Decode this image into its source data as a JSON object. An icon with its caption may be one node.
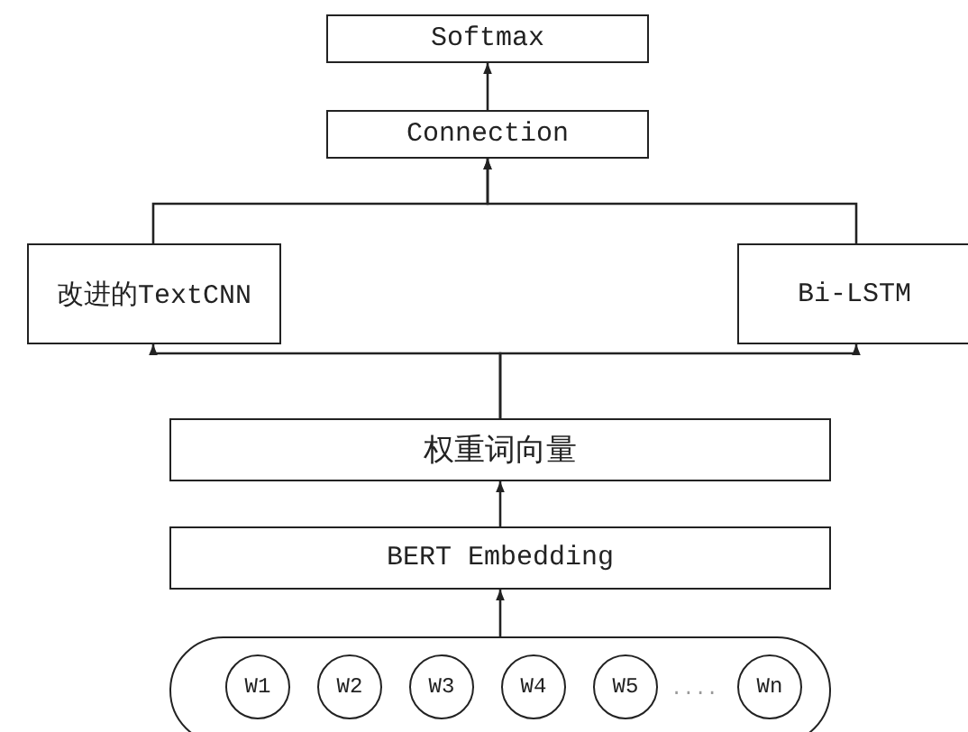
{
  "diagram": {
    "nodes": [
      {
        "text": [
          "Softmax"
        ]
      },
      {
        "text": [
          "Connection"
        ]
      },
      {
        "text": [
          "改进的TextCNN"
        ]
      },
      {
        "text": [
          "Bi-LSTM"
        ]
      },
      {
        "text": [
          "权重词向量"
        ]
      },
      {
        "text": [
          "BERT Embedding"
        ]
      },
      {
        "text": [],
        "shape": "box"
      },
      {
        "text": [
          "W1"
        ],
        "in": 6
      },
      {
        "text": [
          "W2"
        ],
        "in": 6
      },
      {
        "text": [
          "W3"
        ],
        "in": 6
      },
      {
        "text": [
          "W4"
        ],
        "in": 6
      },
      {
        "text": [
          "W5"
        ],
        "in": 6
      },
      {
        "text": [
          "Wn"
        ],
        "in": 6
      }
    ],
    "edges": [
      {
        "from": 1,
        "to": 0,
        "arrow": "to"
      },
      {
        "from": 2,
        "to": 1,
        "arrow": "to"
      },
      {
        "from": 3,
        "to": 1,
        "arrow": "to"
      },
      {
        "from": 4,
        "to": 2,
        "arrow": "to"
      },
      {
        "from": 4,
        "to": 3,
        "arrow": "to"
      },
      {
        "from": 5,
        "to": 4,
        "arrow": "to"
      },
      {
        "from": 6,
        "to": 5,
        "arrow": "to"
      }
    ],
    "labels": [
      "...."
    ]
  }
}
